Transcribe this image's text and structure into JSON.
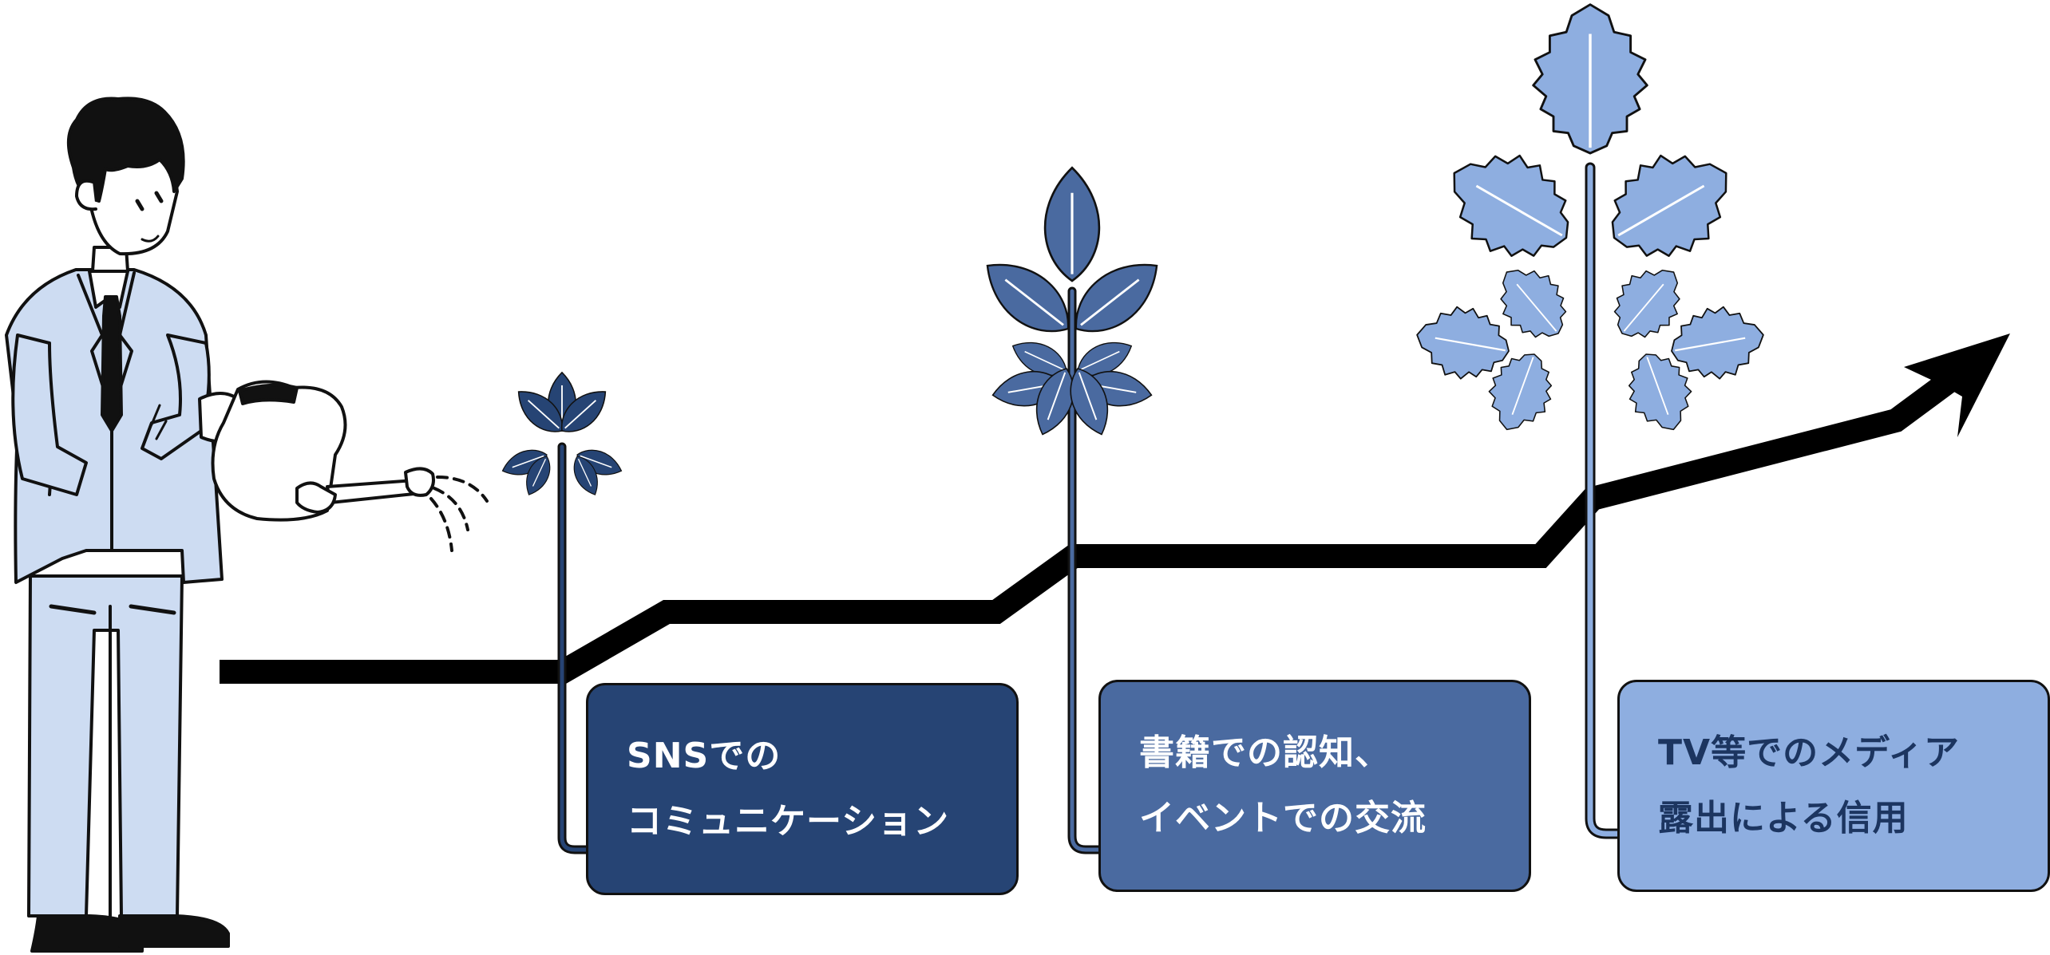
{
  "stages": [
    {
      "line1": "SNSでの",
      "line2": "コミュニケーション",
      "color": "#264474",
      "text_color": "#ffffff"
    },
    {
      "line1": "書籍での認知、",
      "line2": "イベントでの交流",
      "color": "#4a6aa0",
      "text_color": "#ffffff"
    },
    {
      "line1": "TV等でのメディア",
      "line2": "露出による信用",
      "color": "#8eaee0",
      "text_color": "#1c3560"
    }
  ],
  "colors": {
    "growth_line": "#000000",
    "suit": "#cddcf2",
    "outline": "#111111"
  },
  "icons": [
    "person-watering-icon",
    "watering-can-icon",
    "sprout-icon",
    "growing-plant-icon",
    "large-plant-icon",
    "growth-arrow-icon"
  ]
}
